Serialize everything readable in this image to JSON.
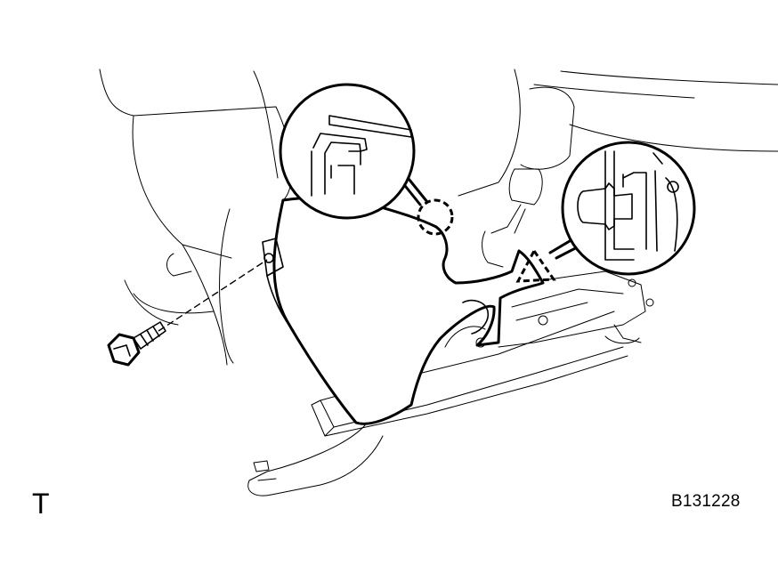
{
  "figure": {
    "view_letter": "T",
    "figure_id": "B131228"
  },
  "parts": {
    "seat_cushion_frame": "seat-frame",
    "seat_track": "seat-rail",
    "cushion_shield": "shield-cover",
    "screw": "screw",
    "detail_callout_claw": "magnifier-circle",
    "detail_callout_clip": "magnifier-circle"
  },
  "colors": {
    "line": "#000000",
    "background": "#ffffff"
  }
}
